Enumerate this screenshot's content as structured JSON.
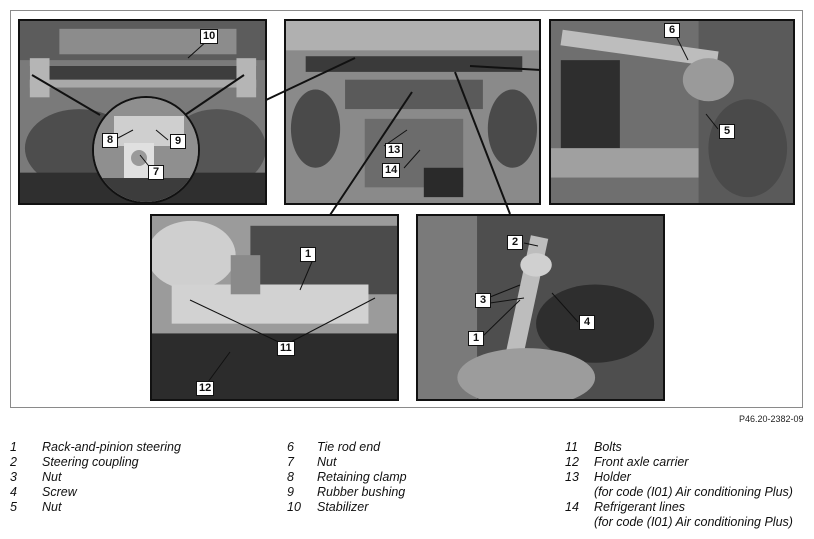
{
  "figure_ref": "P46.20-2382-09",
  "callouts": {
    "c1a": "1",
    "c1b": "1",
    "c2": "2",
    "c3a": "3",
    "c4": "4",
    "c5": "5",
    "c6": "6",
    "c7": "7",
    "c8": "8",
    "c9": "9",
    "c10": "10",
    "c11": "11",
    "c12": "12",
    "c13": "13",
    "c14": "14"
  },
  "legend": {
    "col1": [
      {
        "num": "1",
        "text": "Rack-and-pinion steering"
      },
      {
        "num": "2",
        "text": "Steering coupling"
      },
      {
        "num": "3",
        "text": "Nut"
      },
      {
        "num": "4",
        "text": "Screw"
      },
      {
        "num": "5",
        "text": "Nut"
      }
    ],
    "col2": [
      {
        "num": "6",
        "text": "Tie rod end"
      },
      {
        "num": "7",
        "text": "Nut"
      },
      {
        "num": "8",
        "text": "Retaining clamp"
      },
      {
        "num": "9",
        "text": "Rubber bushing"
      },
      {
        "num": "10",
        "text": "Stabilizer"
      }
    ],
    "col3": [
      {
        "num": "11",
        "text": "Bolts"
      },
      {
        "num": "12",
        "text": "Front axle carrier"
      },
      {
        "num": "13",
        "text": "Holder",
        "sub": "(for code (I01) Air conditioning Plus)"
      },
      {
        "num": "14",
        "text": "Refrigerant lines",
        "sub": "(for code (I01) Air conditioning Plus)"
      }
    ]
  }
}
